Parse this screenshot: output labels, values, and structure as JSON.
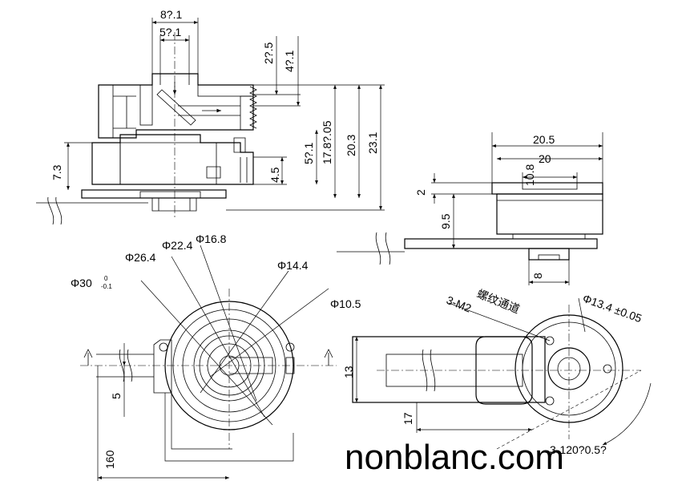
{
  "top_section_view": {
    "dims": {
      "width_8": "8?.1",
      "width_5": "5?.1",
      "gap_2_5": "2?.5",
      "gap_4_1": "4?.1",
      "h_5_1": "5?.1",
      "h_17_8": "17.8?.05",
      "h_20_3": "20.3",
      "h_23_1": "23.1",
      "h_7_3": "7.3",
      "h_4_5": "4.5"
    }
  },
  "side_view": {
    "dims": {
      "w_20_5": "20.5",
      "w_20": "20",
      "w_10_8": "10.8",
      "h_2": "2",
      "h_9_5": "9.5",
      "w_8": "8"
    }
  },
  "front_view": {
    "dims": {
      "d30": "Φ30",
      "d30_tol_upper": "0",
      "d30_tol_lower": "-0.1",
      "d26_4": "Φ26.4",
      "d22_4": "Φ22.4",
      "d16_8": "Φ16.8",
      "d14_4": "Φ14.4",
      "d10_5": "Φ10.5",
      "h5": "5",
      "len160": "160"
    }
  },
  "bottom_view": {
    "dims": {
      "thread": "3-M2",
      "thread_note": "螺纹通道",
      "d13_4": "Φ13.4 ±0.05",
      "w13": "13",
      "w17": "17",
      "angle": "3-120?0.5?"
    }
  },
  "watermark": "nonblanc.com"
}
